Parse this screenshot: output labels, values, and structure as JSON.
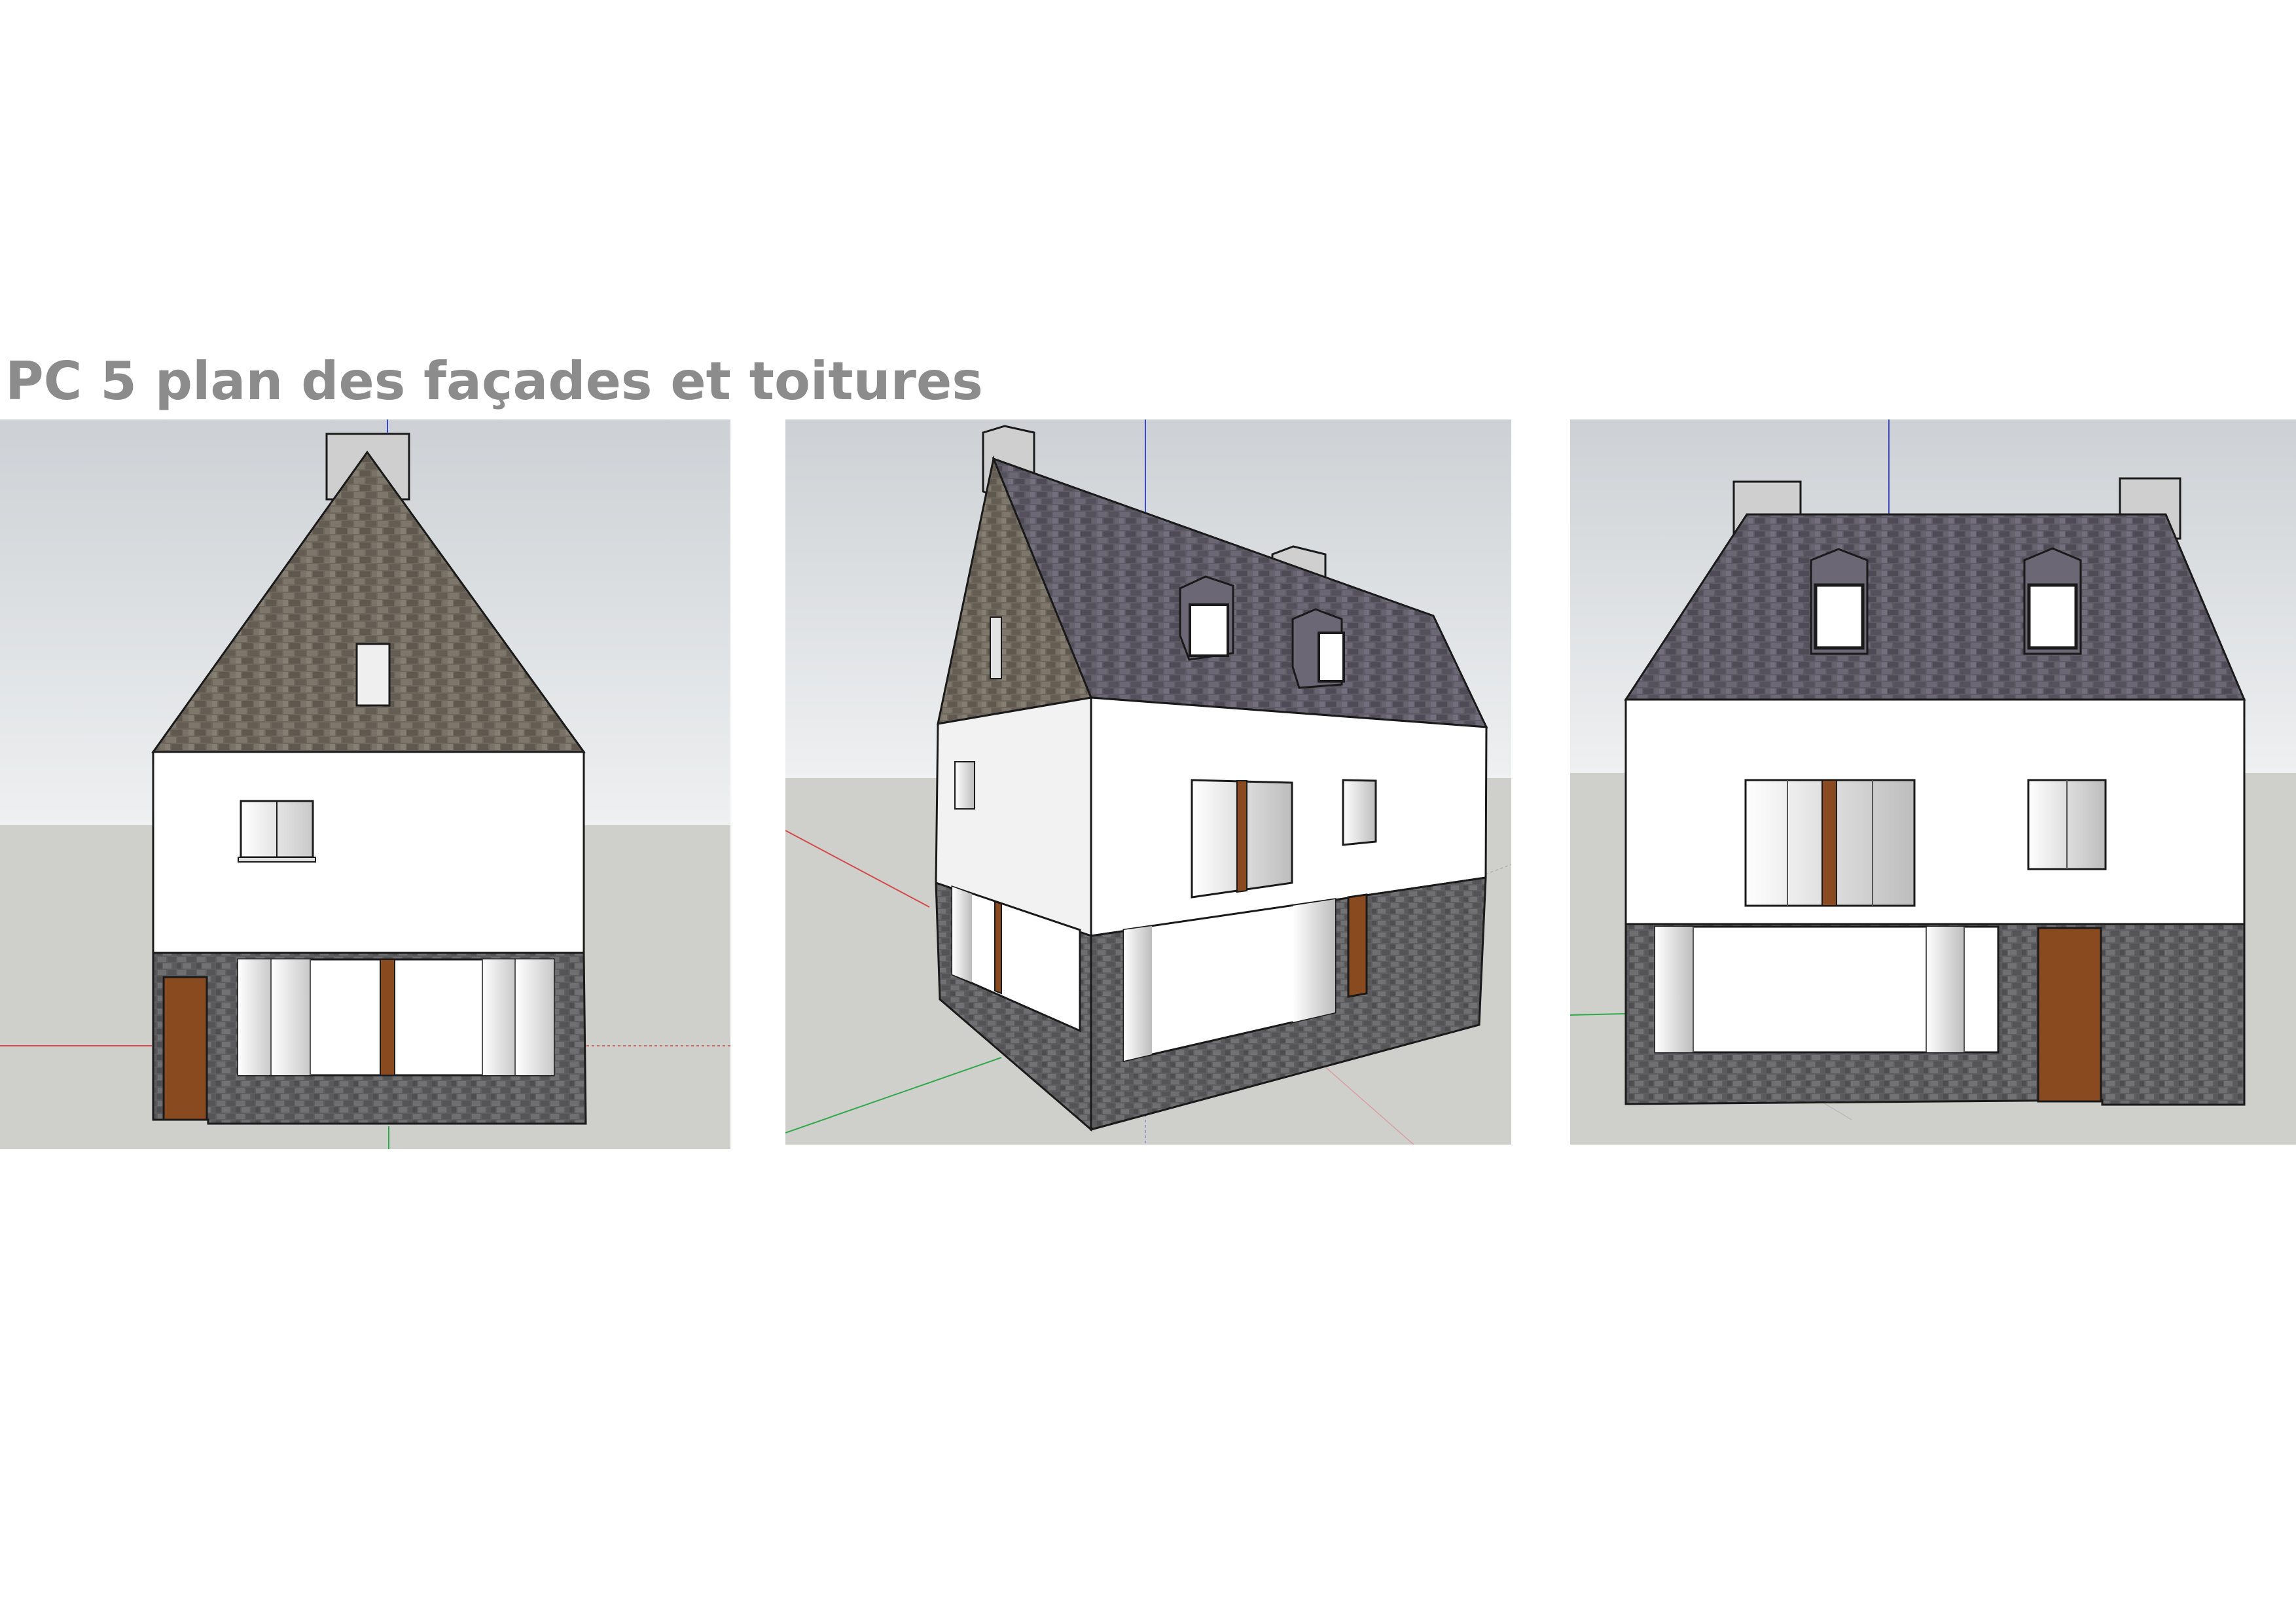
{
  "document": {
    "title": "PC 5 plan des façades et toitures"
  },
  "colors": {
    "background": "#ffffff",
    "title": "#8c8c8c",
    "sky_top": "#cdd1d5",
    "sky_bottom": "#eef0f1",
    "ground": "#cfcfcc",
    "wall": "#ffffff",
    "stone": "#5e5e60",
    "roof_brown": "#6f675c",
    "roof_slate": "#5e5a66",
    "wood_door": "#8a4a1f",
    "chimney": "#cfcfcf",
    "outline": "#1a1a1a"
  },
  "views": [
    {
      "id": "front-gable-view",
      "description_icon": "house-gable-elevation"
    },
    {
      "id": "perspective-view",
      "description_icon": "house-3d-perspective"
    },
    {
      "id": "long-facade-view",
      "description_icon": "house-long-elevation"
    }
  ]
}
